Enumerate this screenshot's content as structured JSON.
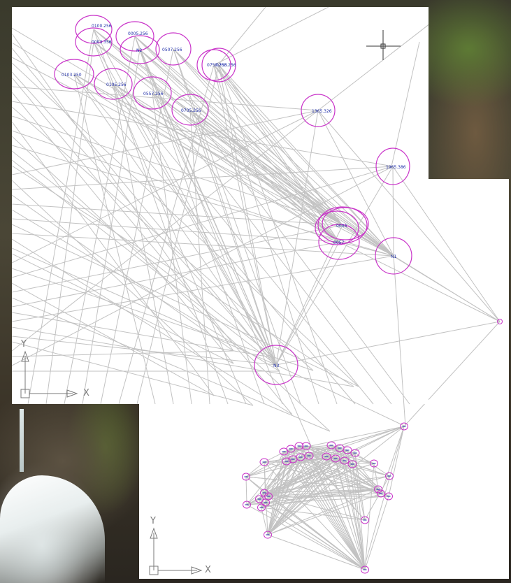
{
  "main_view": {
    "stations": [
      {
        "label": "0100.256"
      },
      {
        "label": "0003.356"
      },
      {
        "label": "0005.256"
      },
      {
        "label": "N2"
      },
      {
        "label": "0507.256"
      },
      {
        "label": "0750.256"
      },
      {
        "label": "0763.256"
      },
      {
        "label": "0103.250"
      },
      {
        "label": "0105.256"
      },
      {
        "label": "0557.256"
      },
      {
        "label": "0705.256"
      },
      {
        "label": "1365.326"
      },
      {
        "label": "1965.386"
      },
      {
        "label": "0004"
      },
      {
        "label": "0057"
      },
      {
        "label": "N1"
      },
      {
        "label": "N3"
      }
    ],
    "ucs": {
      "y_label": "Y",
      "x_label": "X"
    }
  },
  "bottom_view": {
    "ucs": {
      "y_label": "Y",
      "x_label": "X"
    }
  },
  "colors": {
    "ellipse": "#c934c9",
    "label": "#1f2ea8",
    "lines": "#c2c2c2",
    "panel_bg": "#ffffff",
    "crosshair": "#333333",
    "ucs": "#7a7a7a"
  }
}
